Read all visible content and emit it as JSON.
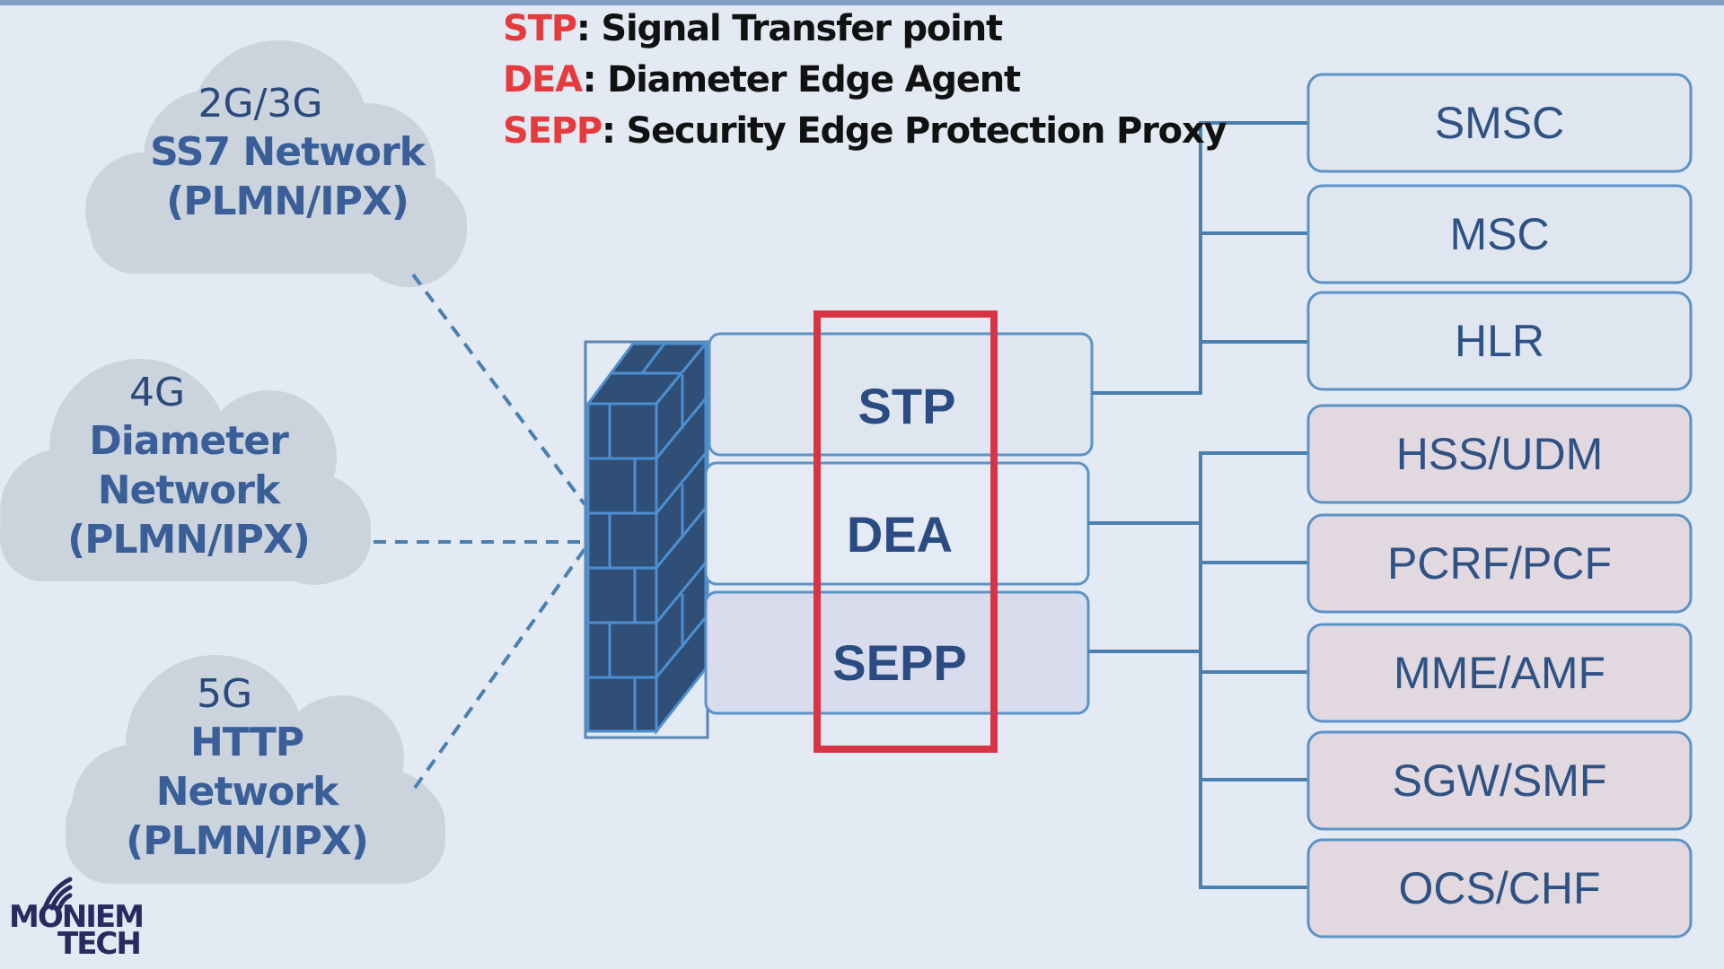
{
  "legend": [
    {
      "abbr": "STP",
      "desc": ": Signal Transfer point"
    },
    {
      "abbr": "DEA",
      "desc": ": Diameter Edge Agent"
    },
    {
      "abbr": "SEPP",
      "desc": ": Security Edge Protection Proxy"
    }
  ],
  "networks": [
    {
      "generation": "2G/3G",
      "lines": [
        "SS7 Network",
        "(PLMN/IPX)"
      ]
    },
    {
      "generation": "4G",
      "lines": [
        "Diameter",
        "Network",
        "(PLMN/IPX)"
      ]
    },
    {
      "generation": "5G",
      "lines": [
        "HTTP",
        "Network",
        "(PLMN/IPX)"
      ]
    }
  ],
  "edge_stack": [
    {
      "label": "STP",
      "connects_to": [
        "SMSC",
        "MSC",
        "HLR"
      ]
    },
    {
      "label": "DEA",
      "connects_to": [
        "HSS/UDM",
        "PCRF/PCF",
        "MME/AMF",
        "SGW/SMF",
        "OCS/CHF"
      ]
    },
    {
      "label": "SEPP",
      "connects_to": [
        "HSS/UDM",
        "PCRF/PCF",
        "MME/AMF",
        "SGW/SMF",
        "OCS/CHF"
      ]
    }
  ],
  "network_functions": {
    "legacy": [
      "SMSC",
      "MSC",
      "HLR"
    ],
    "core": [
      "HSS/UDM",
      "PCRF/PCF",
      "MME/AMF",
      "SGW/SMF",
      "OCS/CHF"
    ]
  },
  "highlight": {
    "color": "#d93444",
    "target": "edge-stack-labels"
  },
  "logo": {
    "line1": "MONIEM",
    "line2": "TECH"
  },
  "colors": {
    "background": "#e3eaf3",
    "cloud": "#cbd3dd",
    "connector": "#4a80b0",
    "firewall": "#2f4f77",
    "legacy_box": "#dfe6ef",
    "core_box": "#e2d8df",
    "sepp_box": "#d9dced"
  }
}
